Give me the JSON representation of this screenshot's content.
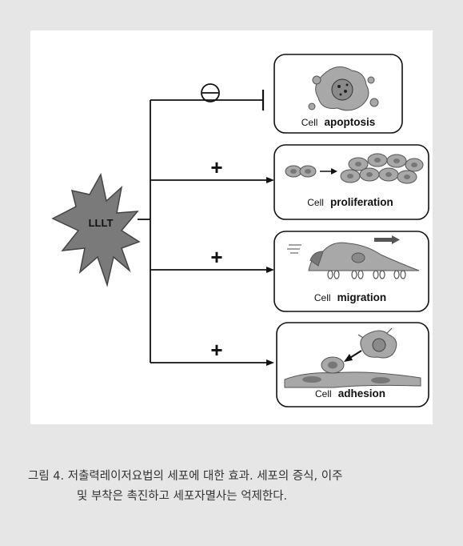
{
  "diagram": {
    "source_label": "LLLT",
    "effects": [
      {
        "sign": "⊖",
        "prefix": "Cell",
        "name": "apoptosis",
        "relation": "inhibit"
      },
      {
        "sign": "+",
        "prefix": "Cell",
        "name": "proliferation",
        "relation": "promote"
      },
      {
        "sign": "+",
        "prefix": "Cell",
        "name": "migration",
        "relation": "promote"
      },
      {
        "sign": "+",
        "prefix": "Cell",
        "name": "adhesion",
        "relation": "promote"
      }
    ]
  },
  "caption": {
    "line1": "그림 4. 저출력레이저요법의 세포에 대한 효과. 세포의 증식, 이주",
    "line2": "및 부착은 촉진하고 세포자멸사는 억제한다."
  },
  "colors": {
    "background": "#e6e6e6",
    "panel": "#ffffff",
    "starburst": "#7a7a7a",
    "cell_fill": "#a8a8a8",
    "line": "#111111"
  }
}
